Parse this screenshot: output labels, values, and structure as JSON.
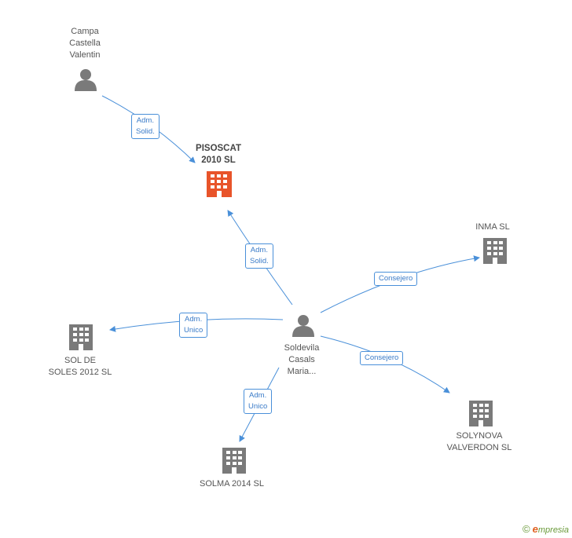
{
  "colors": {
    "edge": "#4a90d9",
    "person": "#7a7a7a",
    "company": "#7a7a7a",
    "focus_company": "#e8542a"
  },
  "nodes": [
    {
      "id": "campa",
      "type": "person",
      "label": "Campa\nCastella\nValentin"
    },
    {
      "id": "pisoscat",
      "type": "company",
      "focus": true,
      "label": "PISOSCAT\n2010 SL"
    },
    {
      "id": "soldevila",
      "type": "person",
      "label": "Soldevila\nCasals\nMaria..."
    },
    {
      "id": "inma",
      "type": "company",
      "label": "INMA SL"
    },
    {
      "id": "soldesoles",
      "type": "company",
      "label": "SOL DE\nSOLES 2012  SL"
    },
    {
      "id": "solma",
      "type": "company",
      "label": "SOLMA 2014  SL"
    },
    {
      "id": "solynova",
      "type": "company",
      "label": "SOLYNOVA\nVALVERDON SL"
    }
  ],
  "edges": [
    {
      "from": "campa",
      "to": "pisoscat",
      "label": "Adm.\nSolid."
    },
    {
      "from": "soldevila",
      "to": "pisoscat",
      "label": "Adm.\nSolid."
    },
    {
      "from": "soldevila",
      "to": "inma",
      "label": "Consejero"
    },
    {
      "from": "soldevila",
      "to": "soldesoles",
      "label": "Adm.\nUnico"
    },
    {
      "from": "soldevila",
      "to": "solma",
      "label": "Adm.\nUnico"
    },
    {
      "from": "soldevila",
      "to": "solynova",
      "label": "Consejero"
    }
  ],
  "brand": {
    "copyright": "©",
    "name_first": "e",
    "name_rest": "mpresia"
  }
}
